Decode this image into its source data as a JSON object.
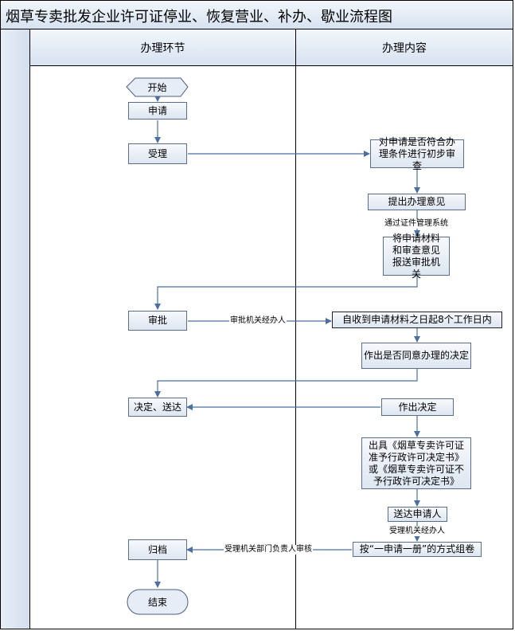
{
  "title": "烟草专卖批发企业许可证停业、恢复营业、补办、歇业流程图",
  "columns": {
    "left": "办理环节",
    "right": "办理内容"
  },
  "nodes": {
    "start": "开始",
    "apply": "申请",
    "accept": "受理",
    "approve": "审批",
    "decide_deliver": "决定、送达",
    "archive": "归档",
    "end": "结束",
    "review": "对申请是否符合办理条件进行初步审查",
    "opinion": "提出办理意见",
    "submit": "将申请材料和审查意见报送审批机关",
    "deadline": "自收到申请材料之日起8个工作日内",
    "agree": "作出是否同意办理的决定",
    "make_decision": "作出决定",
    "issue": "出具《烟草专卖许可证准予行政许可决定书》或《烟草专卖许可证不予行政许可决定书》",
    "deliver_applicant": "送达申请人",
    "file": "按“一申请一册”的方式组卷"
  },
  "edge_labels": {
    "via_system": "通过证件管理系统",
    "approver": "审批机关经办人",
    "accept_handler": "受理机关经办人",
    "dept_head": "受理机关部门负责人审核"
  }
}
